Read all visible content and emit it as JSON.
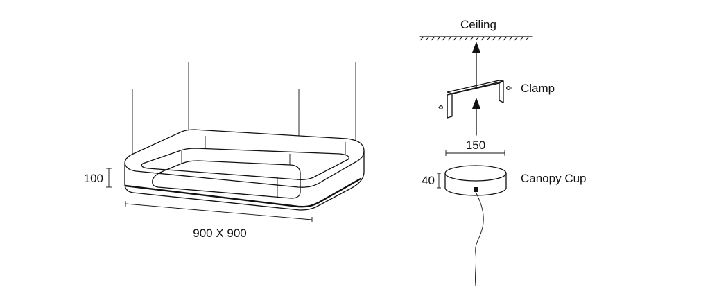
{
  "luminaire": {
    "height_label": "100",
    "size_label": "900 X 900"
  },
  "mounting": {
    "ceiling_label": "Ceiling",
    "clamp_label": "Clamp",
    "clamp_width_label": "150",
    "canopy_height_label": "40",
    "canopy_label": "Canopy Cup"
  }
}
